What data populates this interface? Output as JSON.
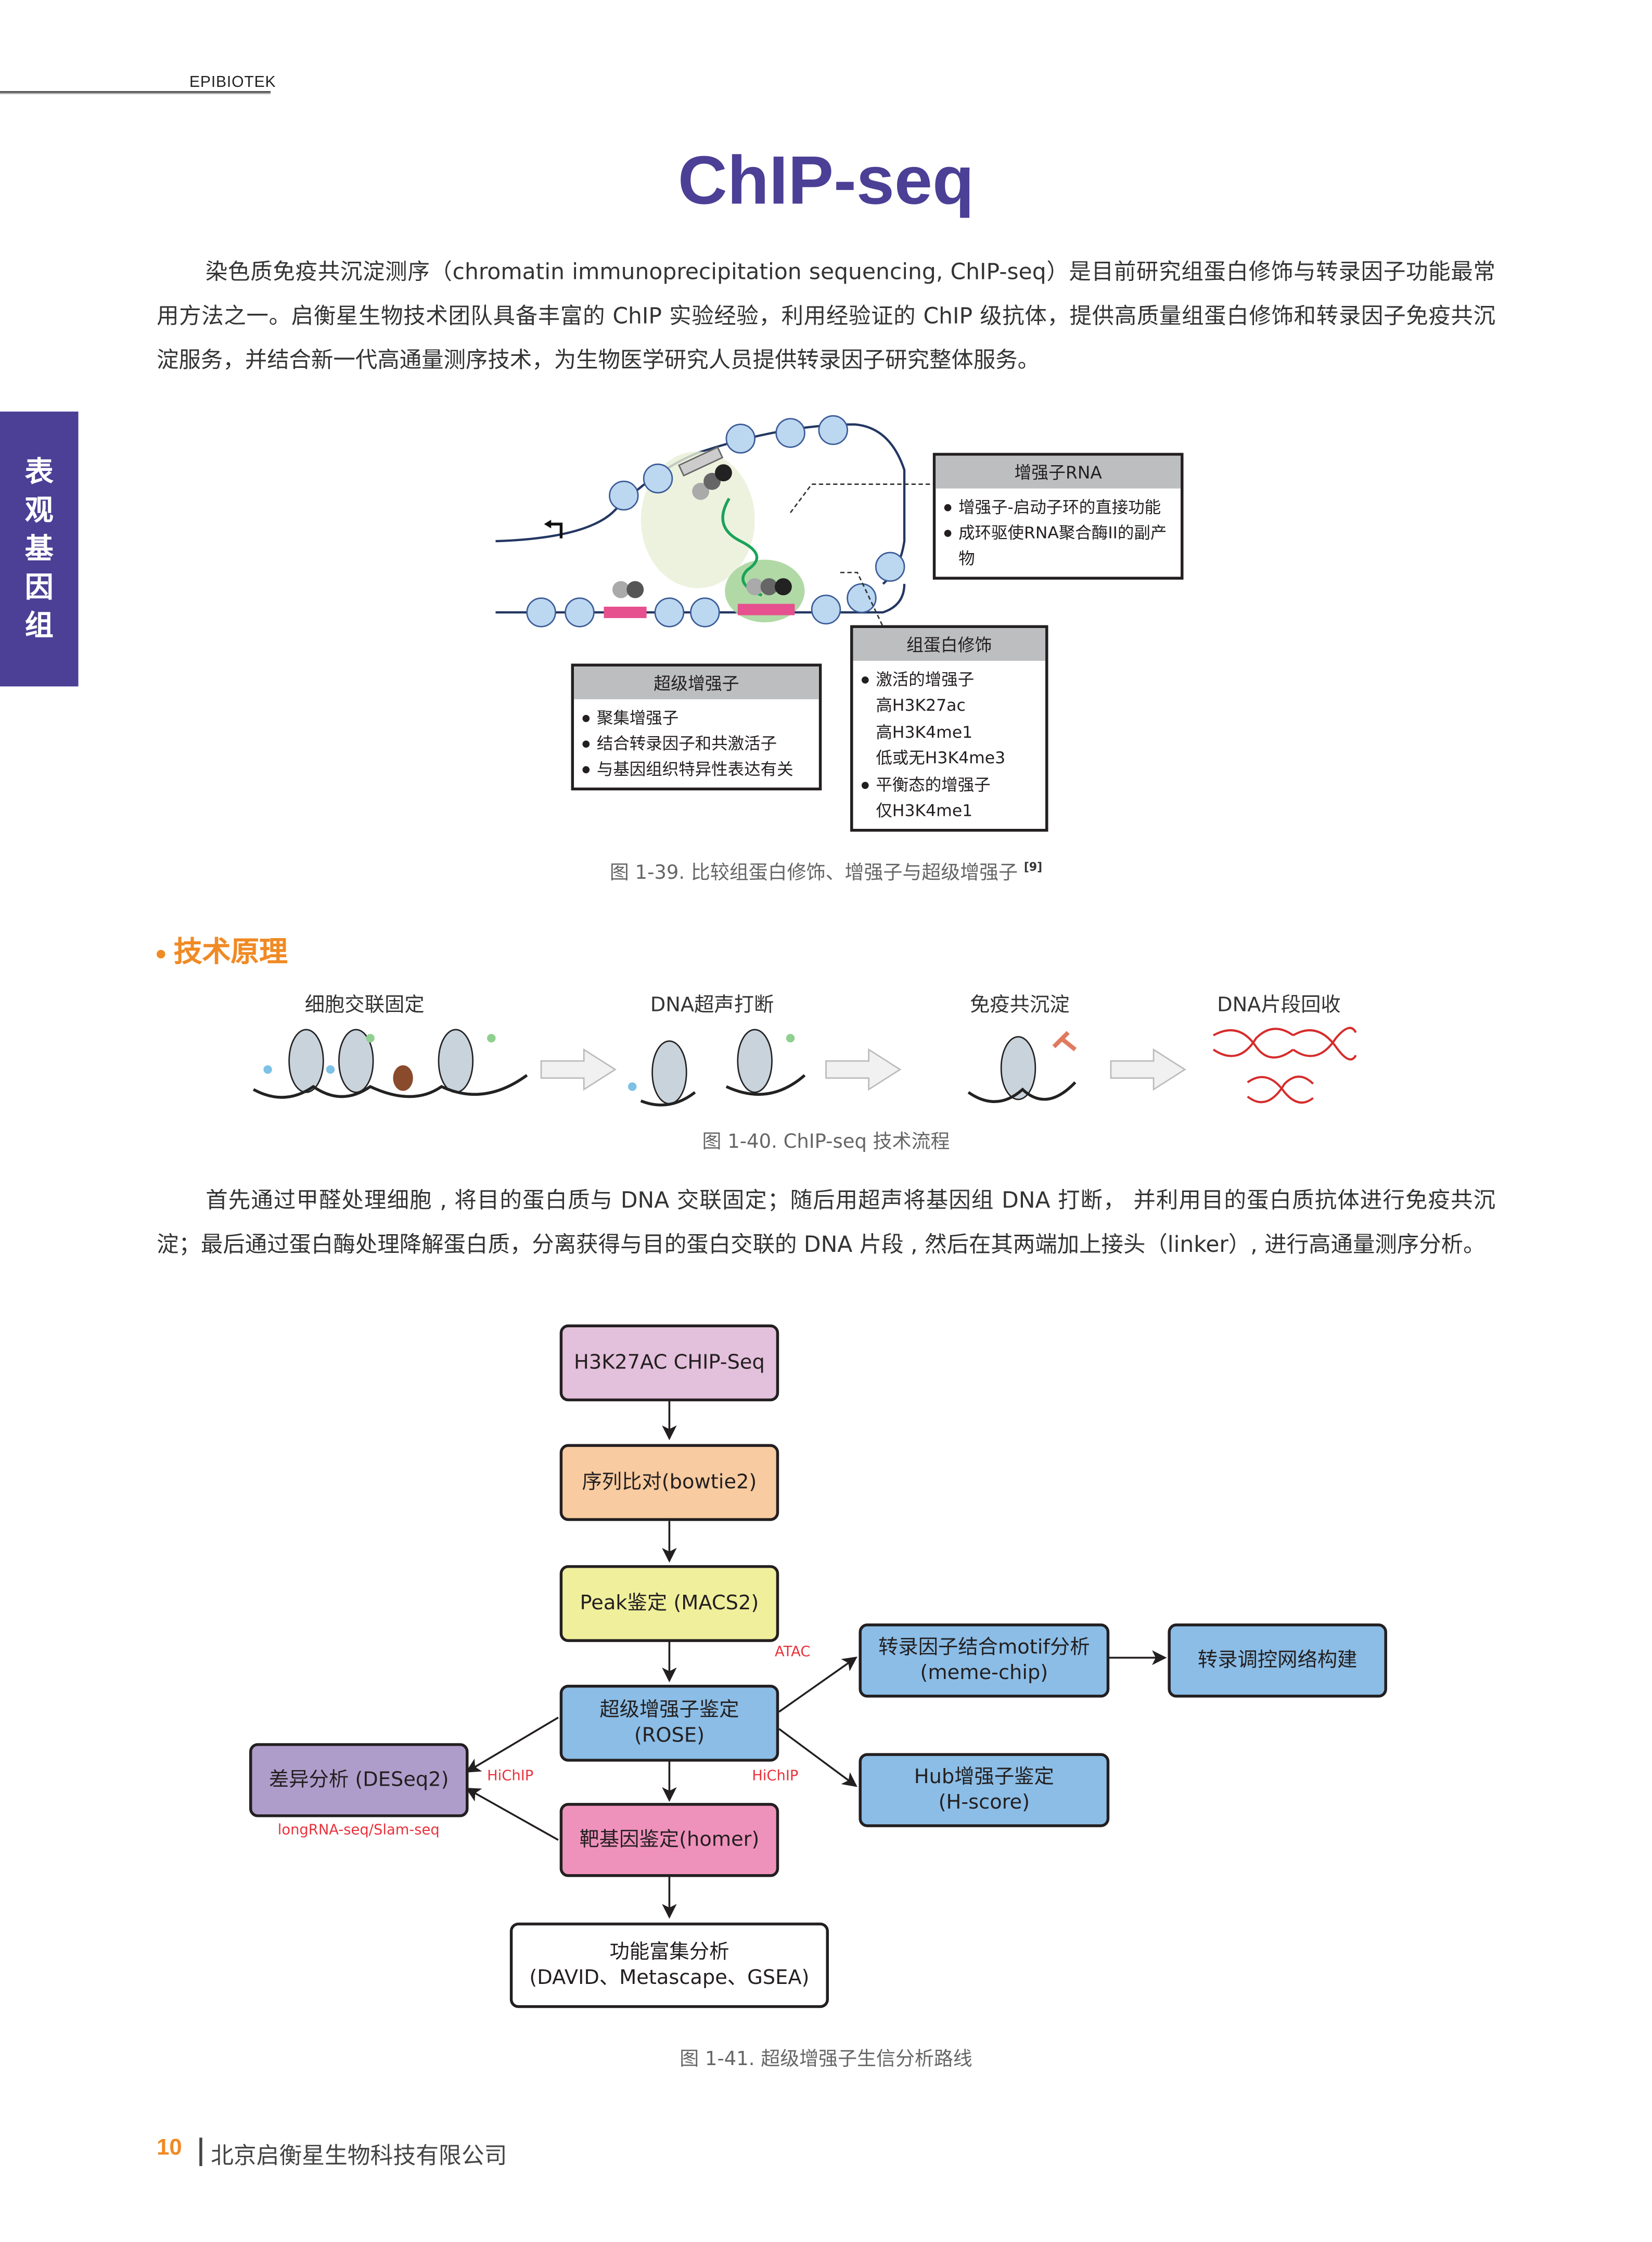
{
  "header": {
    "brand": "EPIBIOTEK"
  },
  "side_tab": {
    "label": [
      "表",
      "观",
      "基",
      "因",
      "组"
    ]
  },
  "page_title": "ChIP-seq",
  "intro": {
    "text": "染色质免疫共沉淀测序（chromatin immunoprecipitation sequencing, ChIP-seq）是目前研究组蛋白修饰与转录因子功能最常用方法之一。启衡星生物技术团队具备丰富的 ChIP 实验经验，利用经验证的 ChIP 级抗体，提供高质量组蛋白修饰和转录因子免疫共沉淀服务，并结合新一代高通量测序技术，为生物医学研究人员提供转录因子研究整体服务。"
  },
  "figure_139": {
    "callouts": {
      "enhancer_rna": {
        "title": "增强子RNA",
        "items": [
          {
            "text": "增强子-启动子环的直接功能",
            "bullet": true
          },
          {
            "text": "成环驱使RNA聚合酶II的副产物",
            "bullet": true
          }
        ]
      },
      "histone_mod": {
        "title": "组蛋白修饰",
        "items": [
          {
            "text": "激活的增强子",
            "bullet": true
          },
          {
            "text": "高H3K27ac",
            "bullet": false
          },
          {
            "text": "高H3K4me1",
            "bullet": false
          },
          {
            "text": "低或无H3K4me3",
            "bullet": false
          },
          {
            "text": "平衡态的增强子",
            "bullet": true
          },
          {
            "text": "仅H3K4me1",
            "bullet": false
          }
        ]
      },
      "super_enhancer": {
        "title": "超级增强子",
        "items": [
          {
            "text": "聚集增强子",
            "bullet": true
          },
          {
            "text": "结合转录因子和共激活子",
            "bullet": true
          },
          {
            "text": "与基因组织特异性表达有关",
            "bullet": true
          }
        ]
      }
    },
    "caption": "图 1-39. 比较组蛋白修饰、增强子与超级增强子",
    "caption_ref": "[9]"
  },
  "section_principle": {
    "title": "技术原理"
  },
  "figure_140": {
    "steps": [
      "细胞交联固定",
      "DNA超声打断",
      "免疫共沉淀",
      "DNA片段回收"
    ],
    "caption": "图 1-40. ChIP-seq 技术流程"
  },
  "process_text": "首先通过甲醛处理细胞 , 将目的蛋白质与 DNA 交联固定；随后用超声将基因组 DNA 打断， 并利用目的蛋白质抗体进行免疫共沉淀；最后通过蛋白酶处理降解蛋白质，分离获得与目的蛋白交联的 DNA 片段 , 然后在其两端加上接头（linker）, 进行高通量测序分析。",
  "figure_141": {
    "nodes": {
      "chip": {
        "label": "H3K27AC CHIP-Seq",
        "color": "#e3c0db"
      },
      "align": {
        "label": "序列比对(bowtie2)",
        "color": "#f8cba0"
      },
      "peak": {
        "label": "Peak鉴定 (MACS2)",
        "color": "#f0ef9c"
      },
      "rose": {
        "label1": "超级增强子鉴定",
        "label2": "(ROSE)",
        "color": "#8bbde6"
      },
      "motif": {
        "label1": "转录因子结合motif分析",
        "label2": "(meme-chip)",
        "color": "#8bbde6"
      },
      "network": {
        "label": "转录调控网络构建",
        "color": "#8bbde6"
      },
      "hub": {
        "label1": "Hub增强子鉴定",
        "label2": "(H-score)",
        "color": "#8bbde6"
      },
      "deseq": {
        "label": "差异分析 (DESeq2)",
        "color": "#ae9dca"
      },
      "homer": {
        "label": "靶基因鉴定(homer)",
        "color": "#ef92bb"
      },
      "enrich": {
        "label1": "功能富集分析",
        "label2": "(DAVID、Metascape、GSEA)",
        "color": "#ffffff"
      }
    },
    "edge_labels": {
      "atac": "ATAC",
      "hichip_left": "HiChIP",
      "hichip_right": "HiChIP",
      "longrna": "longRNA-seq/Slam-seq"
    },
    "caption": "图 1-41. 超级增强子生信分析路线"
  },
  "footer": {
    "page_number": "10",
    "company": "北京启衡星生物科技有限公司"
  },
  "colors": {
    "brand_purple": "#4b3f96",
    "accent_orange": "#f08a24",
    "edge_label_red": "#e8323c"
  }
}
